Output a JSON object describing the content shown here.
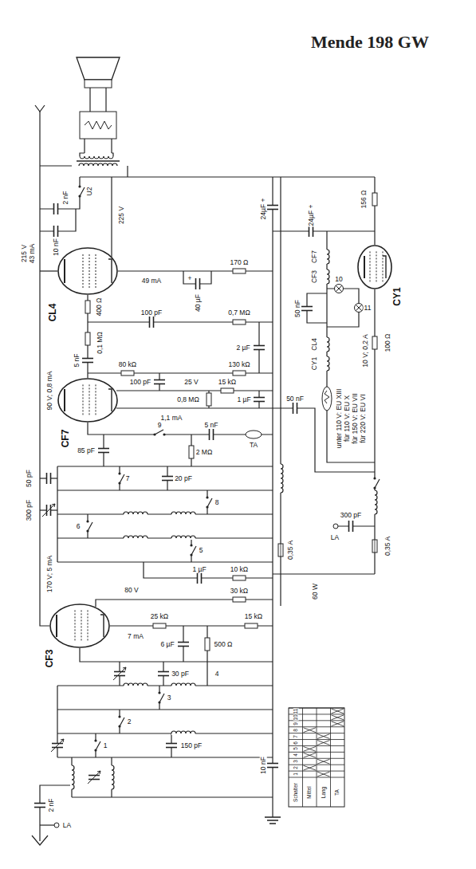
{
  "diagram": {
    "title": "Mende 198 GW",
    "nodes": [
      {
        "text": [
          "CL4"
        ]
      },
      {
        "text": [
          "CF7"
        ]
      },
      {
        "text": [
          "CF3"
        ]
      },
      {
        "text": [
          "CY1"
        ]
      }
    ],
    "labels": [
      "2 nF",
      "10 nF",
      "U2",
      "225 V",
      "215 V",
      "43 mA",
      "49 mA",
      "170 Ω",
      "+",
      "40 µF",
      "400 Ω",
      "0,1 MΩ",
      "100 pF",
      "0,7 MΩ",
      "5 nF",
      "80 kΩ",
      "130 kΩ",
      "25 V",
      "100 pF",
      "2 µF",
      "0,8 MΩ",
      "15 kΩ",
      "1 µF",
      "90 V; 0,8 mA",
      "1,1 mA",
      "50 nF",
      "9",
      "5 nF",
      "TA",
      "2 MΩ",
      "85 pF",
      "50 pF",
      "300 pF",
      "20 pF",
      "7",
      "8",
      "6",
      "5",
      "0,35 A",
      "1 µF",
      "10 kΩ",
      "60 W",
      "170 V; 5 mA",
      "80 V",
      "30 kΩ",
      "25 kΩ",
      "500 Ω",
      "15 kΩ",
      "7 mA",
      "6 µF",
      "4",
      "30 pF",
      "3",
      "2",
      "1",
      "150 pF",
      "2 nF",
      "LA",
      "10 nF",
      "24µF +",
      "24µF +",
      "156 Ω",
      "CF7",
      "CF3",
      "50 nF",
      "10 V; 0,2 A",
      "10",
      "11",
      "CL4",
      "CY1",
      "unter 110 V: EU XIII",
      "für 110 V: EU X",
      "für 150 V: EU VII",
      "für 220 V: EU VI",
      "100 Ω",
      "300 pF",
      "LA",
      "0,35 A",
      "Schalter",
      "1",
      "2",
      "3",
      "4",
      "5",
      "6",
      "7",
      "8",
      "9",
      "10",
      "11",
      "Mittel",
      "Lang",
      "TA"
    ]
  }
}
